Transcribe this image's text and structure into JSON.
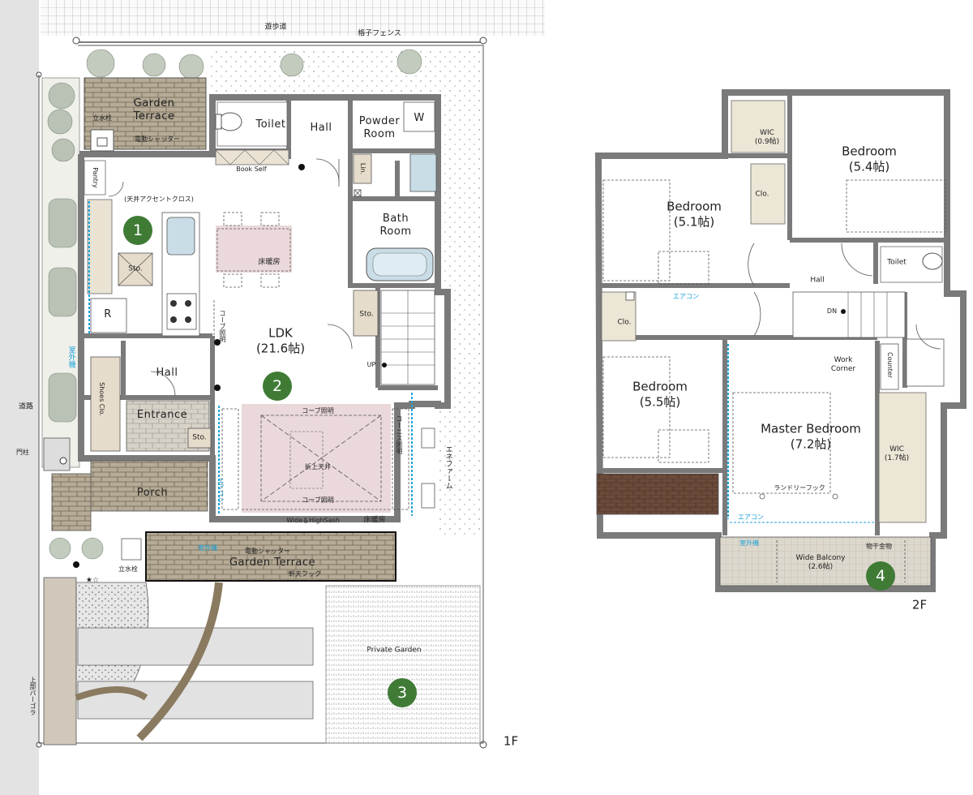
{
  "streets": {
    "top": "遊歩道",
    "left": "道路",
    "fence": "格子フェンス"
  },
  "floor1": {
    "title": "1F",
    "garden_terrace_top": "Garden\nTerrace",
    "suisen_top": "立水栓",
    "shutter_top": "電動シャッター",
    "toilet": "Toilet",
    "hall_top": "Hall",
    "powder_room": "Powder\nRoom",
    "w": "W",
    "book_shelf": "Book Self",
    "pantry": "Pantry",
    "accent_cloth": "(天井アクセントクロス)",
    "lin": "Lin.",
    "bath_room": "Bath\nRoom",
    "sto_kitchen": "Sto.",
    "r": "R",
    "floor_heat_1": "床暖房",
    "cove_light_v": "コーブ照明",
    "ldk": "LDK\n(21.6帖)",
    "sto_stairs": "Sto.",
    "up": "UP",
    "outdoor_unit_v": "室外機",
    "hall_entry": "Hall",
    "shoes_clo": "Shoes Clo.",
    "entrance": "Entrance",
    "sto_entrance": "Sto.",
    "cove_light_top": "コーブ照明",
    "cornice_light_v": "コーニス照明",
    "aircon_v": "エアコン",
    "folded_ceiling": "折上天井",
    "cove_light_bottom": "コーブ照明",
    "wide_sash": "Wide＆HighSash",
    "floor_heat_2": "床暖房",
    "ene_farm_v": "エネファーム",
    "gate_pillar": "門柱",
    "porch": "Porch",
    "outdoor_unit_h": "室外機",
    "shutter_bottom": "電動シャッター",
    "garden_terrace_bottom": "Garden Terrace",
    "eave_hook": "軒天フック",
    "suisen_bottom": "立水栓",
    "pergola_v": "上部パーゴラ",
    "private_garden": "Private Garden",
    "stars": "★☆"
  },
  "floor2": {
    "title": "2F",
    "wic_small": "WIC\n(0.9帖)",
    "bedroom_54": "Bedroom\n(5.4帖)",
    "clo_upper": "Clo.",
    "bedroom_51": "Bedroom\n(5.1帖)",
    "hall": "Hall",
    "toilet": "Toilet",
    "aircon_1": "エアコン",
    "clo_lower": "Clo.",
    "dn": "DN",
    "work_corner": "Work\nCorner",
    "counter_v": "Counter",
    "bedroom_55": "Bedroom\n(5.5帖)",
    "master_bedroom": "Master Bedroom\n(7.2帖)",
    "wic_large": "WIC\n(1.7帖)",
    "laundry_hook": "ランドリーフック",
    "aircon_2": "エアコン",
    "outdoor_unit": "室外機",
    "drying_hardware": "物干金物",
    "wide_balcony": "Wide Balcony\n(2.6帖)"
  },
  "markers": [
    "1",
    "2",
    "3",
    "4"
  ],
  "colors": {
    "wall": "#7a7a7a",
    "deck": "#c8b99a",
    "floor_heat": "#ead8da",
    "badge": "#3f7b35",
    "cyan": "#1aa3d9",
    "brick": "#6b4a3a"
  }
}
